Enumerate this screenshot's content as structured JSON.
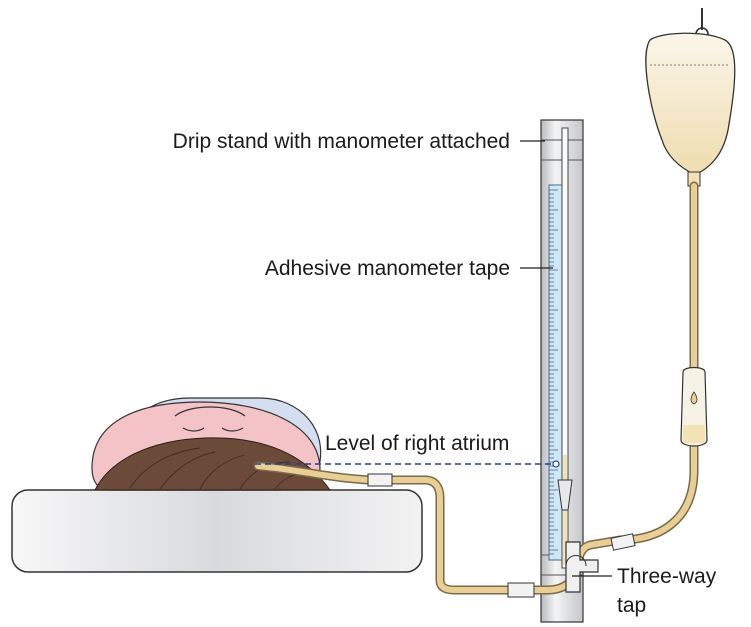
{
  "labels": {
    "drip_stand": "Drip stand with manometer attached",
    "manometer_tape": "Adhesive manometer tape",
    "right_atrium": "Level of right atrium",
    "three_way_line1": "Three-way",
    "three_way_line2": "tap"
  },
  "colors": {
    "tubing": "#e9cf95",
    "tubing_outline": "#7a6a48",
    "fluid": "#f3e2b6",
    "tape": "#cde9f7",
    "skin": "#f3c3c8",
    "hair": "#6b4a3a",
    "pillow": "#d4deef",
    "bed": "#e6e7e9",
    "atrium_line": "#2b3f8f"
  }
}
